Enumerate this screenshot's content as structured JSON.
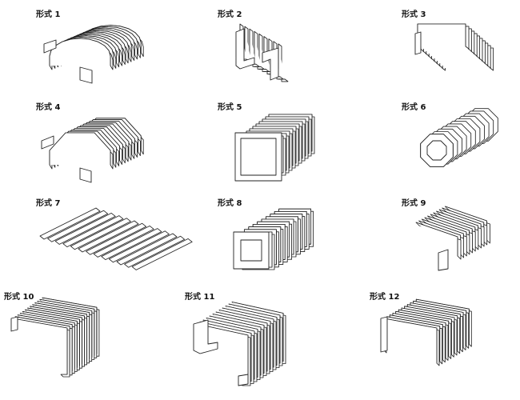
{
  "figures": [
    {
      "label": "形式 1",
      "kind": "arch",
      "icon": "arch-bellows-icon"
    },
    {
      "label": "形式 2",
      "kind": "hook",
      "icon": "hooked-bellows-icon"
    },
    {
      "label": "形式 3",
      "kind": "bracket",
      "icon": "bracket-bellows-icon"
    },
    {
      "label": "形式 4",
      "kind": "hex",
      "icon": "gable-bellows-icon"
    },
    {
      "label": "形式 5",
      "kind": "rect",
      "icon": "rectangular-bellows-icon"
    },
    {
      "label": "形式 6",
      "kind": "oct",
      "icon": "octagonal-bellows-icon"
    },
    {
      "label": "形式 7",
      "kind": "flat",
      "icon": "flat-bellows-icon"
    },
    {
      "label": "形式 8",
      "kind": "square",
      "icon": "square-bellows-icon"
    },
    {
      "label": "形式 9",
      "kind": "lbend",
      "icon": "l-bellows-icon"
    },
    {
      "label": "形式 10",
      "kind": "ushape",
      "icon": "u-bellows-icon"
    },
    {
      "label": "形式 11",
      "kind": "shook",
      "icon": "double-hook-bellows-icon"
    },
    {
      "label": "形式 12",
      "kind": "table",
      "icon": "table-bellows-icon"
    }
  ]
}
